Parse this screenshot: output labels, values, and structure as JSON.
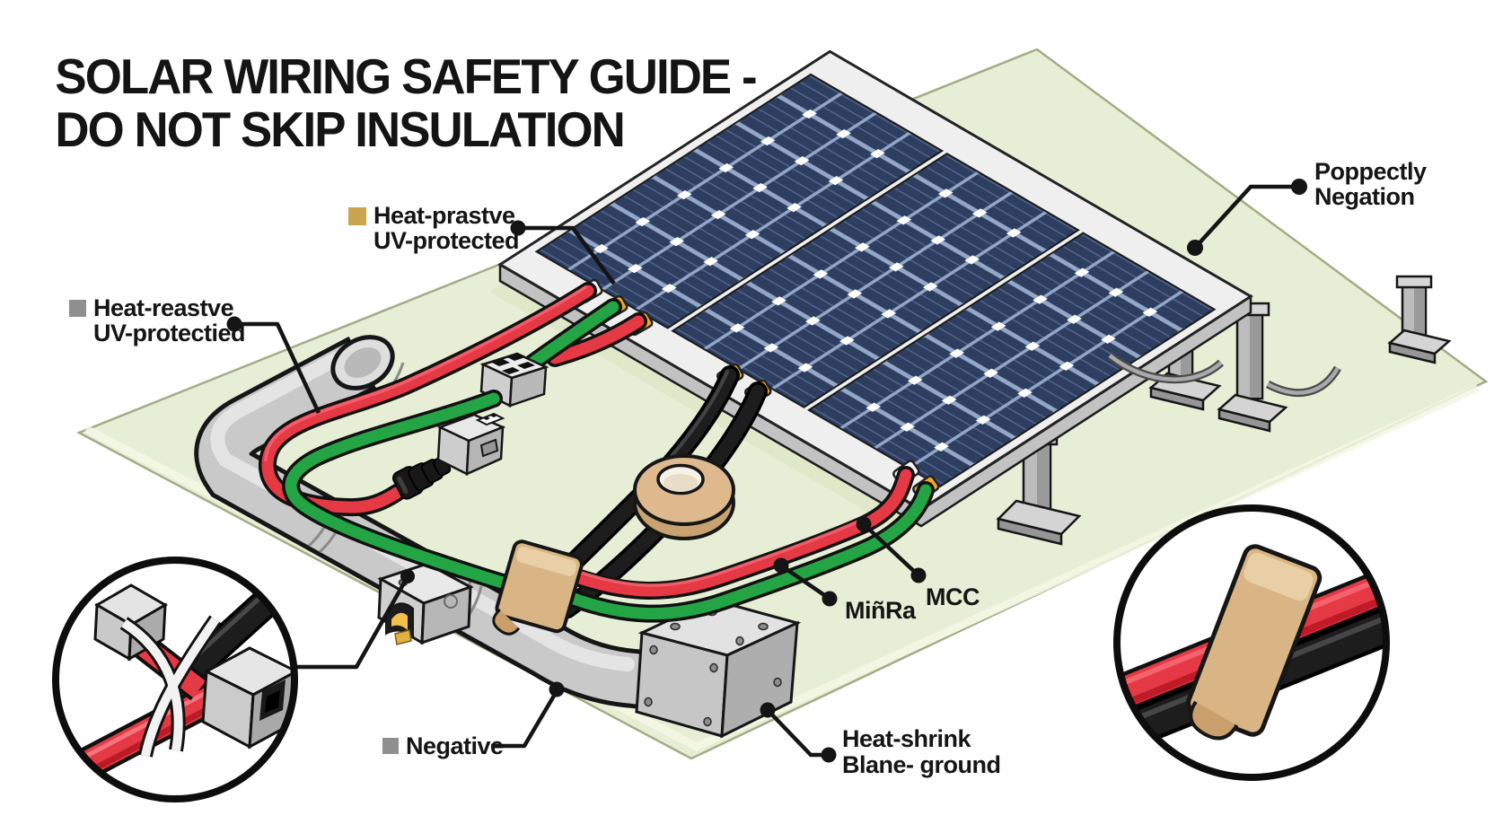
{
  "title": {
    "line1": "SOLAR WIRING SAFETY GUIDE -",
    "line2": "DO NOT SKIP INSULATION"
  },
  "callouts": {
    "heat_preserve_top": {
      "line1": "Heat-prastve",
      "line2": "UV-protected",
      "bullet_color": "#c8a44e"
    },
    "heat_resist_left": {
      "line1": "Heat-reastve",
      "line2": "UV-protectied",
      "bullet_color": "#8f8f8f"
    },
    "properly_negation": {
      "line1": "Poppectly",
      "line2": "Negation"
    },
    "minra": {
      "label": "MiñRa"
    },
    "mcc": {
      "label": "MCC"
    },
    "negative": {
      "label": "Negative",
      "bullet_color": "#8f8f8f"
    },
    "heat_shrink_ground": {
      "line1": "Heat-shrink",
      "line2": "Blane- ground"
    }
  },
  "palette": {
    "wire_red": "#e63946",
    "wire_green": "#23a546",
    "cable_black": "#1d1d1d",
    "sleeve_tan": "#d9b586",
    "panel_blue": "#2d3e60",
    "panel_gridline": "#93a7c9",
    "ground_green": "#e7eed6",
    "conduit_gray": "#c9c9c9",
    "outline_black": "#161616"
  }
}
